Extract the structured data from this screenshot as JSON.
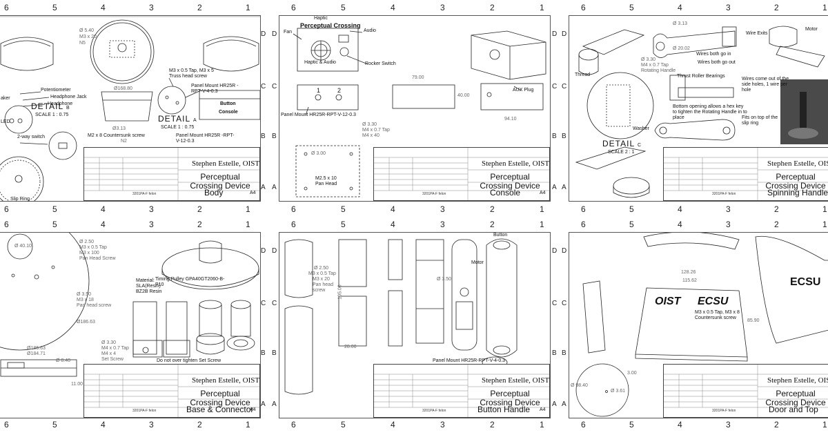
{
  "rulers": {
    "top_nums": [
      "6",
      "5",
      "4",
      "3",
      "2",
      "1"
    ],
    "row_letters": [
      "D",
      "C",
      "B",
      "A"
    ]
  },
  "title_block": {
    "author": "Stephen Estelle, OIST",
    "project_line1": "Perceptual",
    "project_line2": "Crossing Device",
    "size": "A4",
    "material": "3201PA-F felon"
  },
  "sheets": [
    {
      "id": "body",
      "part": "Body",
      "labels": [
        "Potentiometer",
        "Headphone Jack",
        "Headphone",
        "aker",
        "LED",
        "2-way switch",
        "Slip Ring",
        "M3 x 0.5 Tap, M3 x 5 Truss head screw",
        "Panel Mount HR25R -RPT-V-4-0.3",
        "Panel Mount HR25R -RPT-V-12-0.3",
        "Button",
        "Console",
        "M2 x 8 Countersunk screw"
      ],
      "dims": [
        "Ø 5.40",
        "M3 x 20",
        "N5",
        "Ø168.80",
        "Ø3.13",
        "N2"
      ],
      "details": [
        {
          "title": "DETAIL",
          "letter": "B",
          "scale": "SCALE 1 : 0.75"
        },
        {
          "title": "DETAIL",
          "letter": "A",
          "scale": "SCALE 1 : 0.75"
        }
      ]
    },
    {
      "id": "console",
      "part": "Console",
      "labels": [
        "Haptic",
        "Perceptual Crossing",
        "Fan",
        "Audio",
        "Haptic & Audio",
        "Rocker Switch",
        "AUX Plug",
        "Panel Mount HR25R-RPT-V-12-0.3",
        "M2.5 x 10 Pan Head",
        "1",
        "2"
      ],
      "dims": [
        "79.00",
        "40.00",
        "94.10",
        "Ø 3.30",
        "M4 x 0.7 Tap",
        "M4 x 40",
        "Ø 3.00"
      ]
    },
    {
      "id": "spinning",
      "part": "Spinning Handle",
      "labels": [
        "Wire Exits",
        "Motor",
        "Wires both go in",
        "Wires both go out",
        "Thread",
        "Thrust Roller Bearings",
        "Wires come out of the side holes, 1 wire per hole",
        "Bottom opening allows a hex key to tighten the Rotating Handle in to place",
        "Fits on top of the slip ring",
        "Washer"
      ],
      "dims": [
        "Ø 3.30",
        "M4 x 0.7 Tap",
        "Rotating Handle",
        "Ø 20.02",
        "Ø 3.13"
      ],
      "details": [
        {
          "title": "DETAIL",
          "letter": "C",
          "scale": "SCALE 2 : 1"
        }
      ]
    },
    {
      "id": "base",
      "part": "Base & Connector",
      "labels": [
        "Material: SLA(Resin) BZ2B Resin",
        "Timing Pulley GPA40GT2060-B-P10",
        "Do not over tighten Set Screw"
      ],
      "dims": [
        "Ø 2.50",
        "M3 x 0.5 Tap",
        "M3 x 100",
        "Pan Head Screw",
        "Ø 40.10",
        "Ø 3.50",
        "M3 x 18",
        "Pan head screw",
        "Ø186.63",
        "Ø184.71",
        "Ø 8.40",
        "11.00",
        "Ø 3.30",
        "M4 x 0.7 Tap",
        "M4 x 4",
        "Set Screw"
      ]
    },
    {
      "id": "button",
      "part": "Button Handle",
      "labels": [
        "Button",
        "Motor",
        "Panel Mount HR25R-RPT-V-4-0.3"
      ],
      "dims": [
        "Ø 2.50",
        "M3 x 0.5 Tap",
        "M3 x 20",
        "Pan head screw",
        "Ø 3.50",
        "105.00",
        "28.00"
      ]
    },
    {
      "id": "door",
      "part": "Door and Top",
      "labels": [
        "OIST",
        "ECSU",
        "M3 x 0.5 Tap, M3 x 8 Countersunk screw"
      ],
      "dims": [
        "128.26",
        "115.62",
        "85.90",
        "3.00",
        "Ø 98.40",
        "Ø 3.61"
      ]
    }
  ]
}
